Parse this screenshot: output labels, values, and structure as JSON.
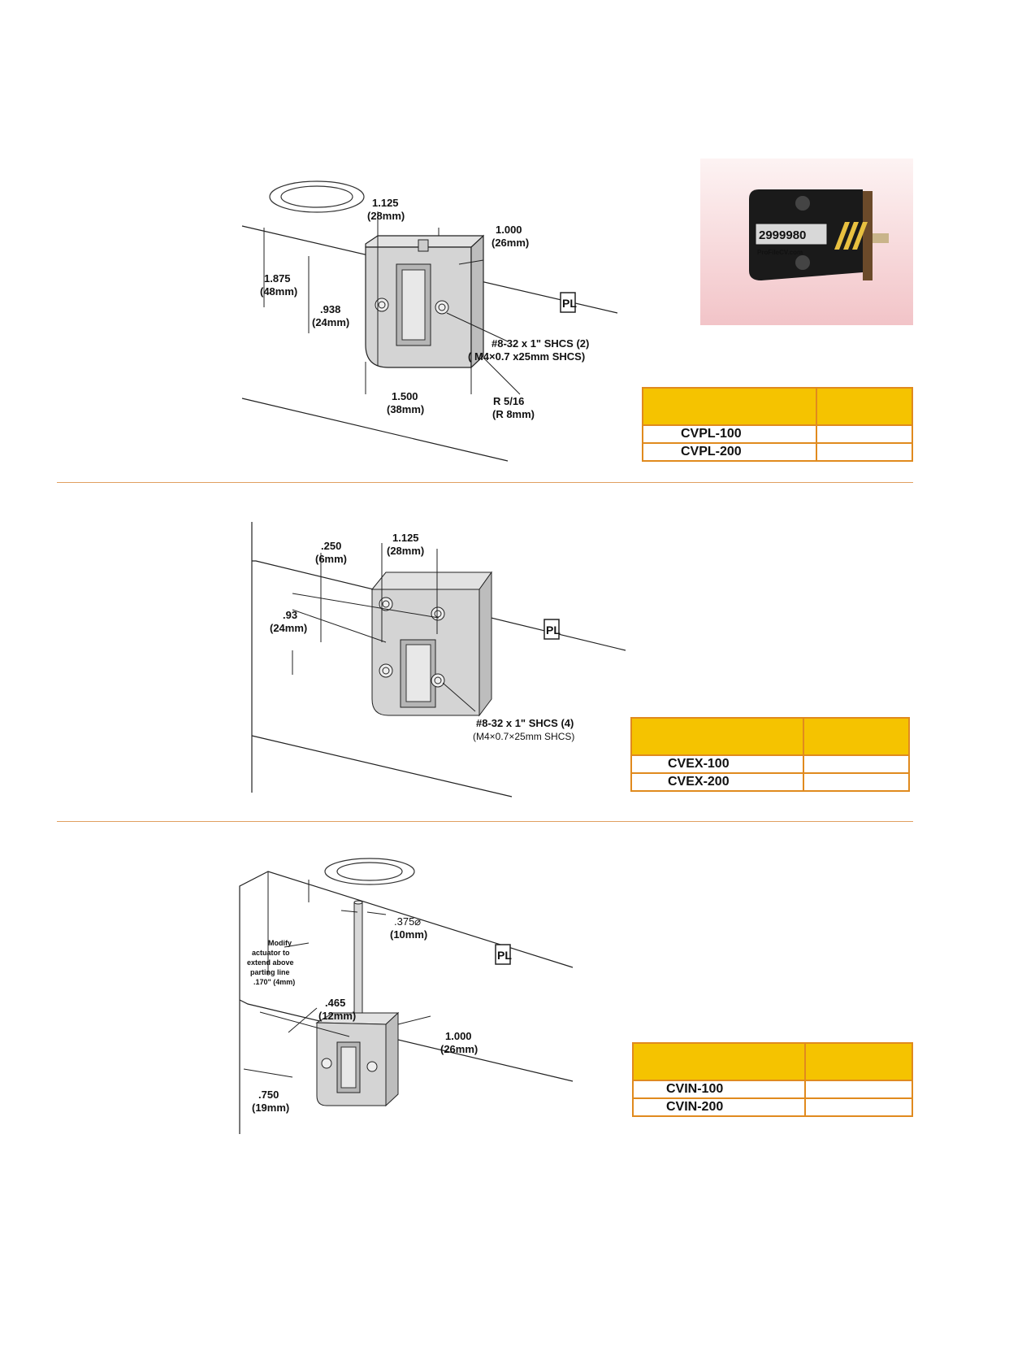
{
  "colors": {
    "accent": "#f5c300",
    "table_border": "#e08a1e",
    "divider": "#e0a060"
  },
  "sections": [
    {
      "id": "cvpl",
      "labels": {
        "width_top": "1.125",
        "width_top_mm": "(28mm)",
        "depth": "1.000",
        "depth_mm": "(26mm)",
        "height": "1.875",
        "height_mm": "(48mm)",
        "half": ".938",
        "half_mm": "(24mm)",
        "screw": "#8-32 x 1\" SHCS (2)",
        "screw_metric": "( M4×0.7 x25mm SHCS)",
        "base": "1.500",
        "base_mm": "(38mm)",
        "radius": "R 5/16",
        "radius_mm": "(R 8mm)",
        "pl": "PL"
      },
      "table": {
        "rows": [
          "CVPL-100",
          "CVPL-200"
        ]
      }
    },
    {
      "id": "cvex",
      "labels": {
        "offset": ".250",
        "offset_mm": "(6mm)",
        "width_top": "1.125",
        "width_top_mm": "(28mm)",
        "half": ".93",
        "half_mm": "(24mm)",
        "screw": "#8-32 x 1\" SHCS (4)",
        "screw_metric": "(M4×0.7×25mm SHCS)",
        "pl": "PL"
      },
      "table": {
        "rows": [
          "CVEX-100",
          "CVEX-200"
        ]
      }
    },
    {
      "id": "cvin",
      "labels": {
        "pin": ".375⌀",
        "pin_mm": "(10mm)",
        "note": [
          "Modify",
          "actuator to",
          "extend above",
          "parting line",
          ".170\" (4mm)"
        ],
        "offset": ".465",
        "offset_mm": "(12mm)",
        "depth": "1.000",
        "depth_mm": "(26mm)",
        "width": ".750",
        "width_mm": "(19mm)",
        "pl": "PL"
      },
      "table": {
        "rows": [
          "CVIN-100",
          "CVIN-200"
        ]
      }
    }
  ],
  "photo": {
    "counter_digits": "2999980",
    "brand_text": "ProFileCV.com",
    "icon": "counter-photo-icon"
  }
}
